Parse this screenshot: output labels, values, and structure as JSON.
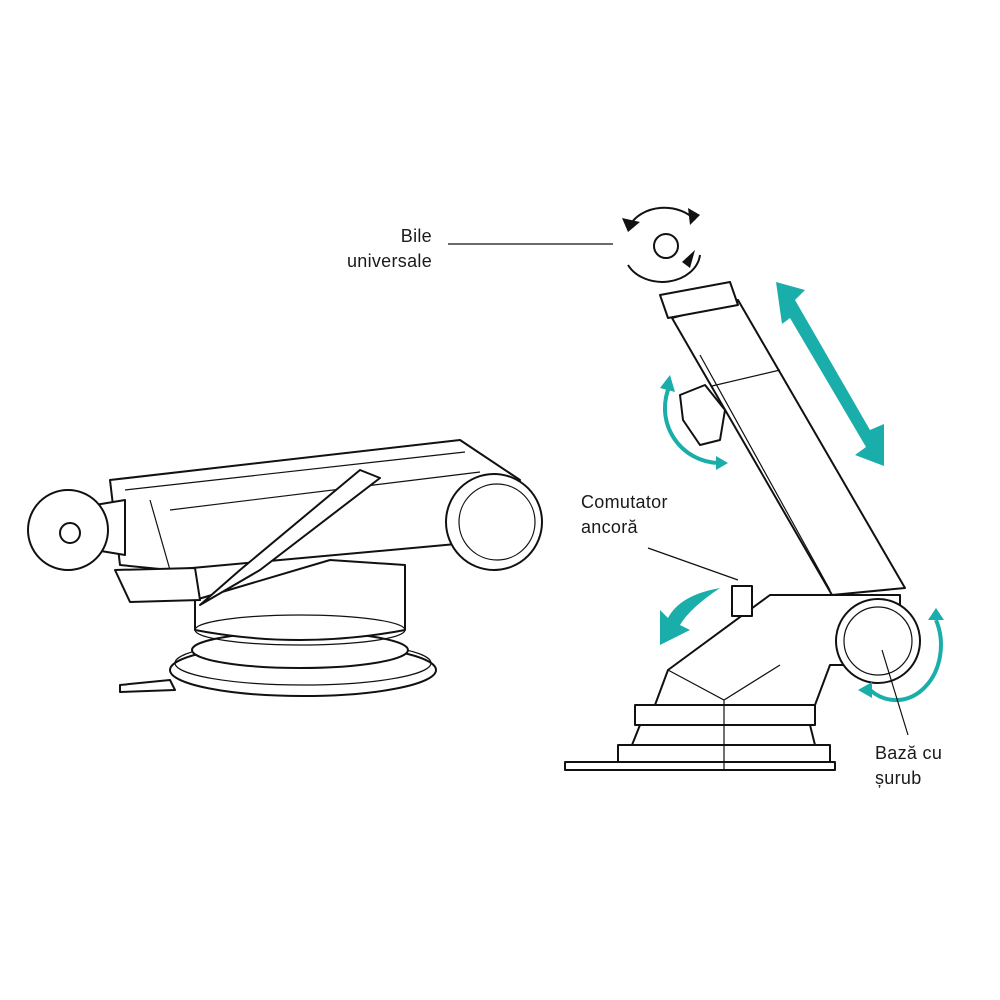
{
  "colors": {
    "accent": "#1aaeaa",
    "line": "#111111"
  },
  "labels": {
    "ball_joint": [
      "Bile",
      "universale"
    ],
    "anchor_switch": [
      "Comutator",
      "ancoră"
    ],
    "screw_base": [
      "Bază cu",
      "șurub"
    ]
  }
}
